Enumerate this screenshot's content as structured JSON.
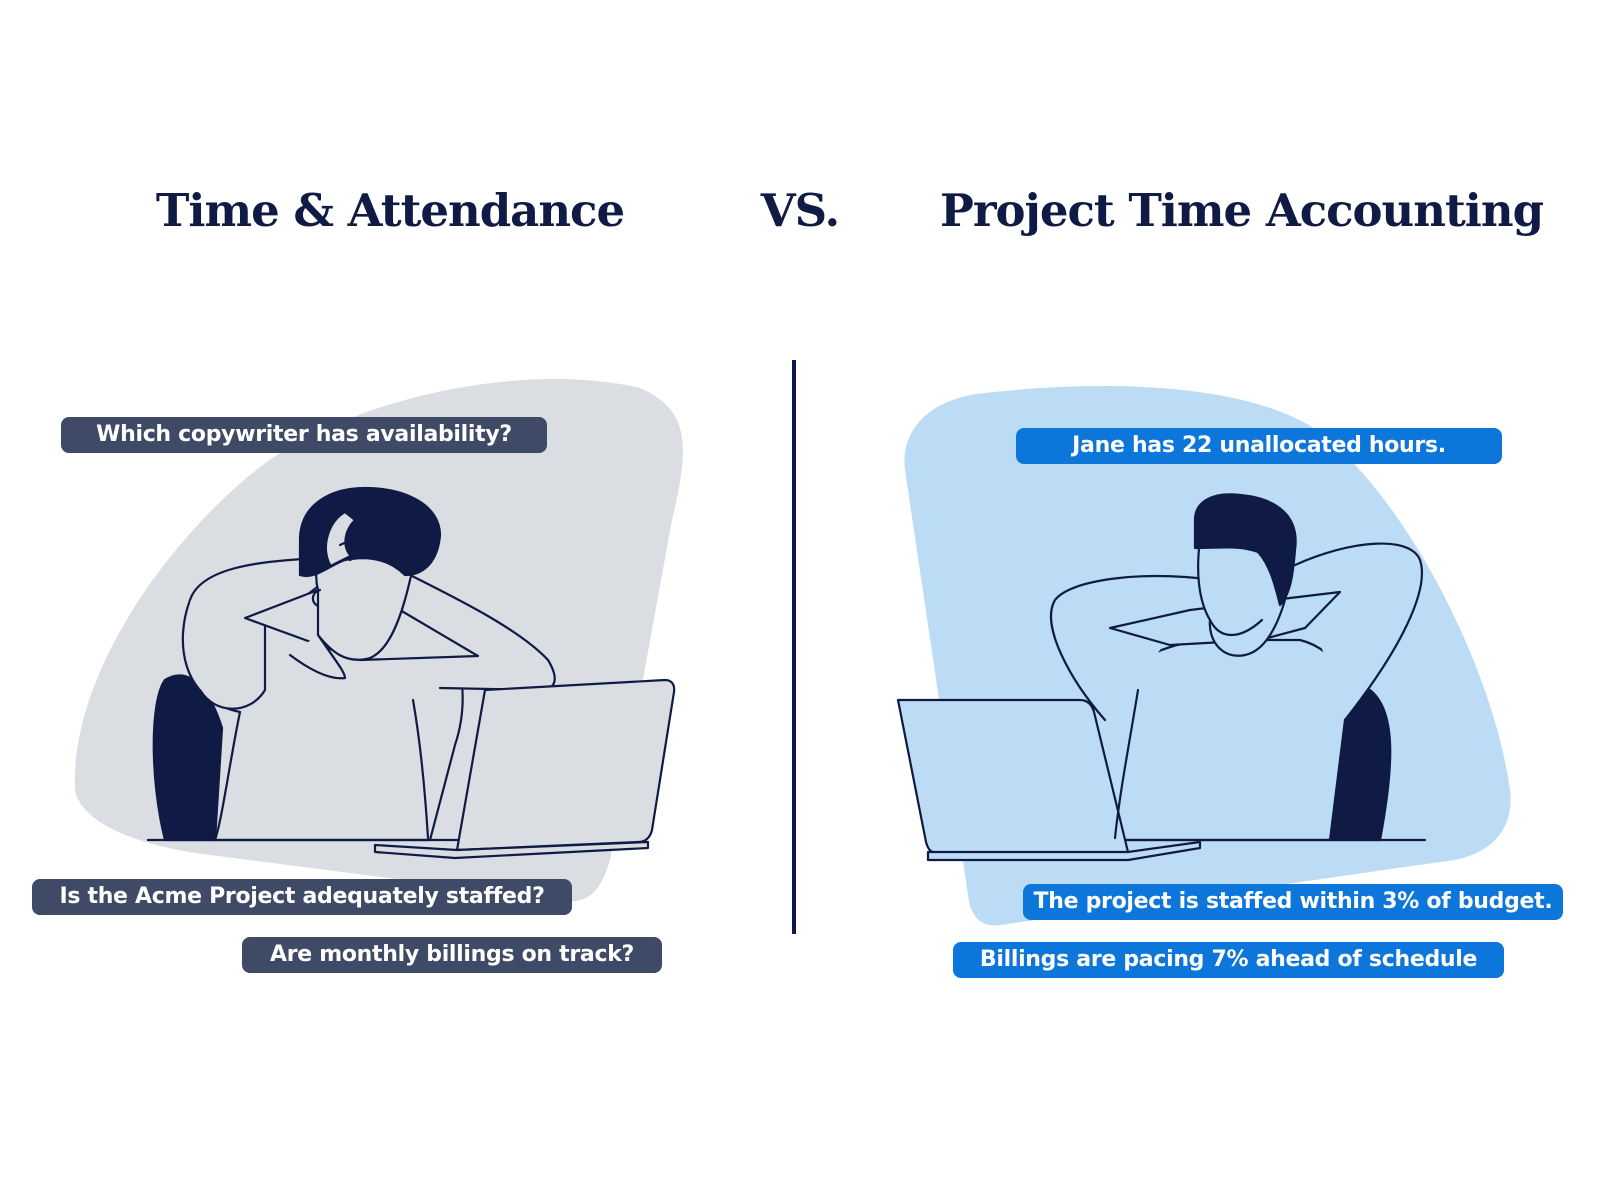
{
  "header": {
    "left_title": "Time & Attendance",
    "vs_label": "VS.",
    "right_title": "Project Time Accounting"
  },
  "left_panel": {
    "illustration": "stressed-person-at-laptop",
    "questions": [
      "Which copywriter has availability?",
      "Is the Acme Project adequately staffed?",
      "Are monthly billings on track?"
    ]
  },
  "right_panel": {
    "illustration": "relaxed-person-at-laptop",
    "answers": [
      "Jane has 22 unallocated hours.",
      "The project is staffed within 3% of budget.",
      "Billings are pacing 7% ahead of schedule"
    ]
  },
  "colors": {
    "navy": "#0f1b44",
    "dark_pill": "#3e4a66",
    "blue_pill": "#0c76da",
    "left_blob": "#dadde2",
    "right_blob": "#bcdcf6"
  }
}
